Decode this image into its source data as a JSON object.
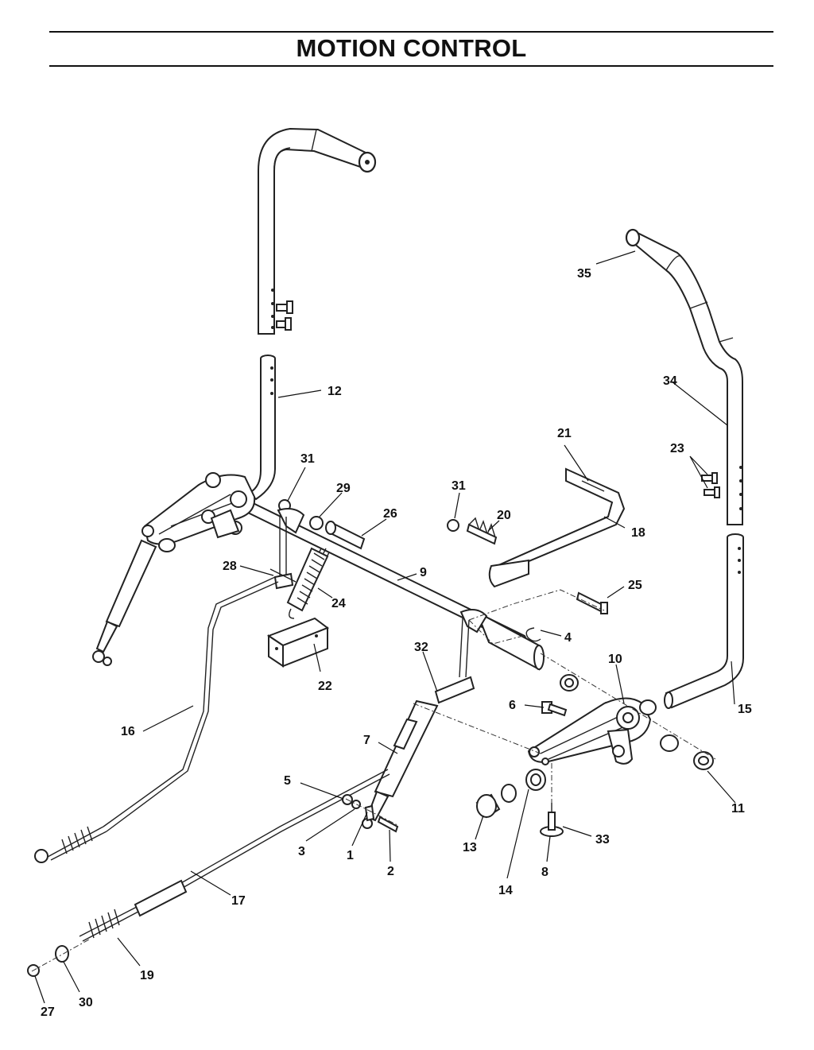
{
  "header": {
    "title": "MOTION CONTROL"
  },
  "callouts": {
    "c1": "1",
    "c2": "2",
    "c3": "3",
    "c4": "4",
    "c5": "5",
    "c6": "6",
    "c7": "7",
    "c8": "8",
    "c9": "9",
    "c10": "10",
    "c11": "11",
    "c12": "12",
    "c13": "13",
    "c14": "14",
    "c15": "15",
    "c16": "16",
    "c17": "17",
    "c18": "18",
    "c19": "19",
    "c20": "20",
    "c21": "21",
    "c22": "22",
    "c23": "23",
    "c24": "24",
    "c25": "25",
    "c26": "26",
    "c27": "27",
    "c28": "28",
    "c29": "29",
    "c30": "30",
    "c31a": "31",
    "c31b": "31",
    "c32": "32",
    "c33": "33",
    "c34": "34",
    "c35": "35"
  }
}
